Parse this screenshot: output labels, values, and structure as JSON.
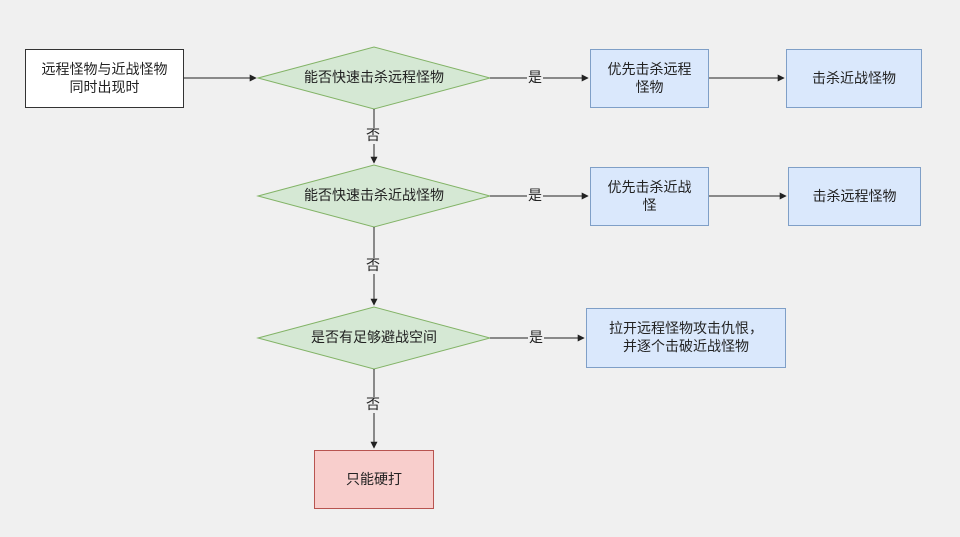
{
  "colors": {
    "background": "#f0f0f0",
    "decision_fill": "#d5e8d4",
    "decision_stroke": "#82b366",
    "process_fill": "#dae8fc",
    "process_stroke": "#7f9fc7",
    "end_fill": "#f8cecc",
    "end_stroke": "#b85450",
    "line": "#222222"
  },
  "start": {
    "line1": "远程怪物与近战怪物",
    "line2": "同时出现时"
  },
  "decisions": [
    {
      "text": "能否快速击杀远程怪物"
    },
    {
      "text": "能否快速击杀近战怪物"
    },
    {
      "text": "是否有足够避战空间"
    }
  ],
  "yes_actions": [
    {
      "line1": "优先击杀远程",
      "line2": "怪物"
    },
    {
      "line1": "优先击杀近战",
      "line2": "怪"
    },
    {
      "line1": "拉开远程怪物攻击仇恨，",
      "line2": "并逐个击破近战怪物"
    }
  ],
  "followups": [
    {
      "text": "击杀近战怪物"
    },
    {
      "text": "击杀远程怪物"
    }
  ],
  "end": {
    "text": "只能硬打"
  },
  "edge_labels": {
    "yes": "是",
    "no": "否"
  }
}
